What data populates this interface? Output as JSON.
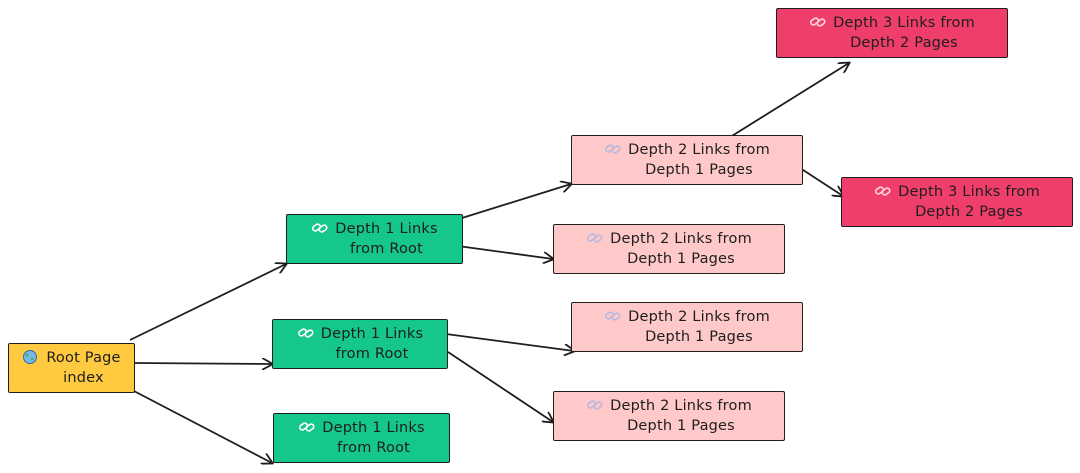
{
  "colors": {
    "root": "#ffc940",
    "depth1": "#16c78a",
    "depth2": "#ffc9c9",
    "depth3": "#f03e6a",
    "stroke": "#1e1e1e"
  },
  "nodes": {
    "root": {
      "label": "Root Page\nindex",
      "icon": "globe-icon"
    },
    "d1_a": {
      "label": "Depth 1 Links\nfrom Root",
      "icon": "link-icon"
    },
    "d1_b": {
      "label": "Depth 1 Links\nfrom Root",
      "icon": "link-icon"
    },
    "d1_c": {
      "label": "Depth 1 Links\nfrom Root",
      "icon": "link-icon"
    },
    "d2_a": {
      "label": "Depth 2 Links from\nDepth 1 Pages",
      "icon": "link-icon"
    },
    "d2_b": {
      "label": "Depth 2 Links from\nDepth 1 Pages",
      "icon": "link-icon"
    },
    "d2_c": {
      "label": "Depth 2 Links from\nDepth 1 Pages",
      "icon": "link-icon"
    },
    "d2_d": {
      "label": "Depth 2 Links from\nDepth 1 Pages",
      "icon": "link-icon"
    },
    "d3_a": {
      "label": "Depth 3 Links from\nDepth 2 Pages",
      "icon": "link-icon"
    },
    "d3_b": {
      "label": "Depth 3 Links from\nDepth 2 Pages",
      "icon": "link-icon"
    }
  },
  "edges": [
    {
      "from": "root",
      "to": "d1_a"
    },
    {
      "from": "root",
      "to": "d1_b"
    },
    {
      "from": "root",
      "to": "d1_c"
    },
    {
      "from": "d1_a",
      "to": "d2_a"
    },
    {
      "from": "d1_a",
      "to": "d2_b"
    },
    {
      "from": "d1_b",
      "to": "d2_c"
    },
    {
      "from": "d1_b",
      "to": "d2_d"
    },
    {
      "from": "d2_a",
      "to": "d3_a"
    },
    {
      "from": "d2_a",
      "to": "d3_b"
    }
  ]
}
